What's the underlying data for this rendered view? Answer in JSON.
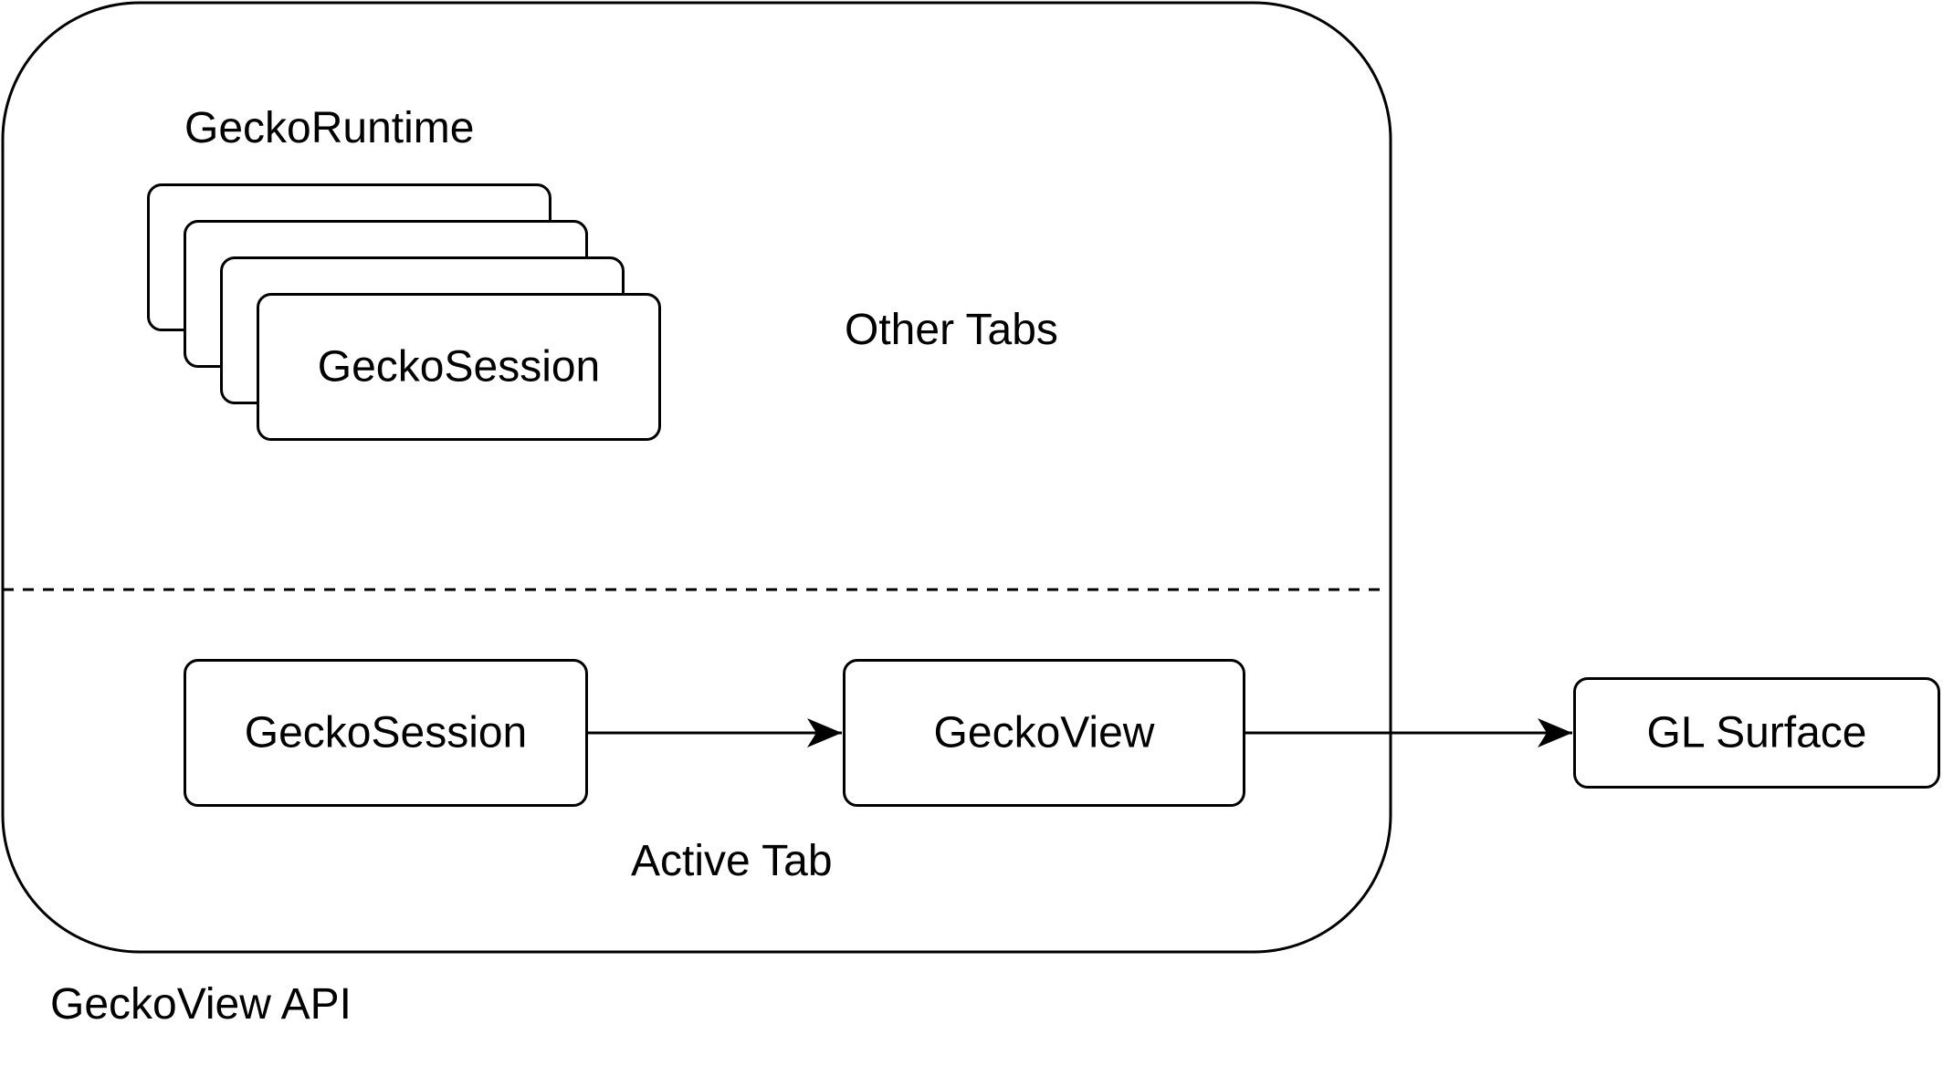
{
  "container": {
    "label": "GeckoView API"
  },
  "other_tabs": {
    "runtime_label": "GeckoRuntime",
    "session_label": "GeckoSession",
    "region_label": "Other Tabs"
  },
  "active_tab": {
    "session_label": "GeckoSession",
    "view_label": "GeckoView",
    "region_label": "Active Tab"
  },
  "gl_surface": {
    "label": "GL Surface"
  },
  "colors": {
    "stroke": "#000000",
    "fill": "#ffffff",
    "background": "#ffffff"
  }
}
